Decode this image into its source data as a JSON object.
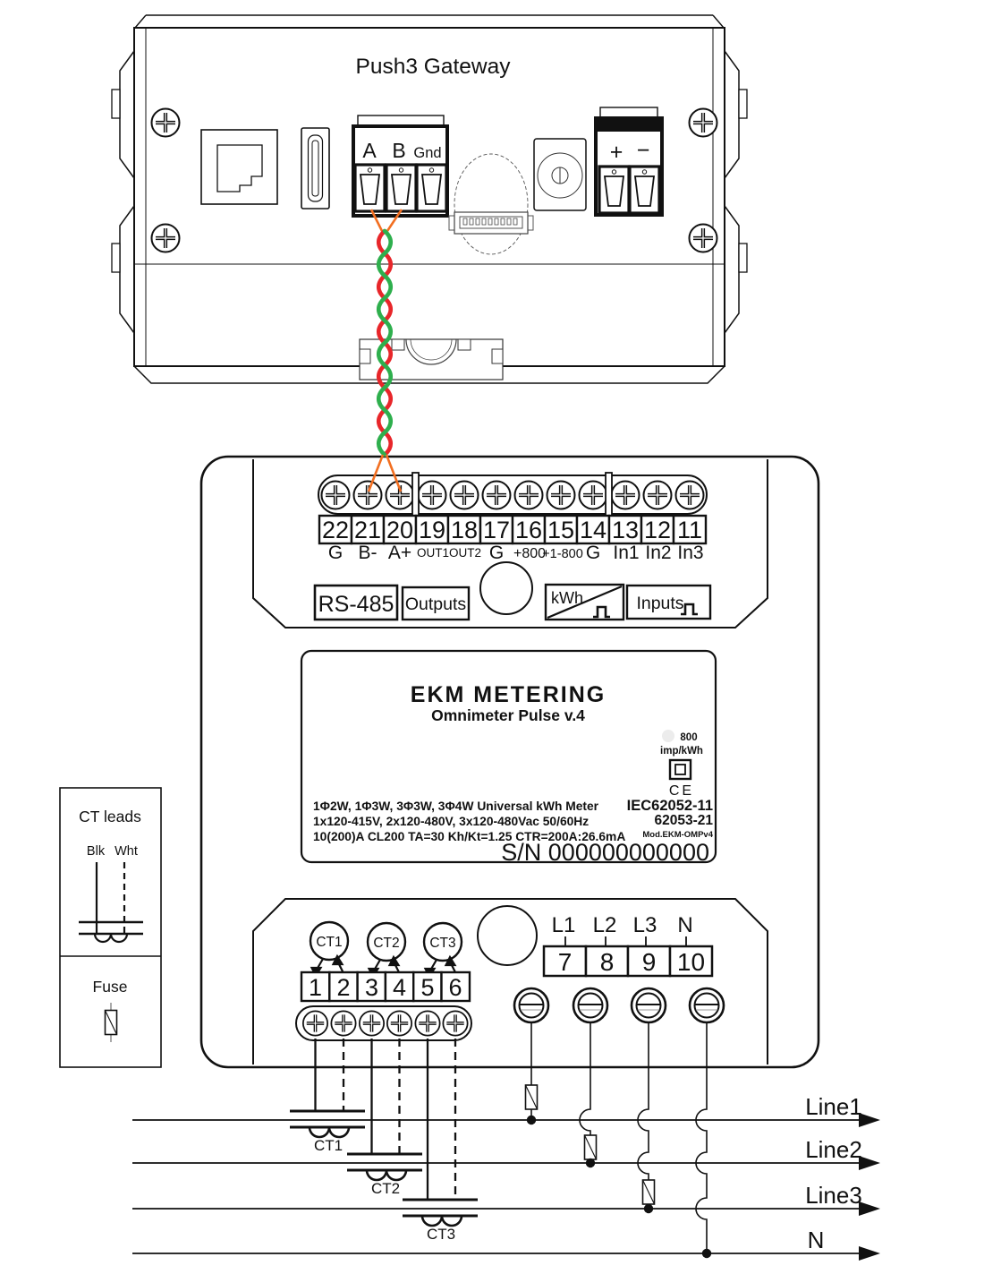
{
  "gateway": {
    "title": "Push3 Gateway",
    "rs485_block": {
      "a": "A",
      "b": "B",
      "gnd": "Gnd"
    },
    "power_block": {
      "plus": "+",
      "minus": "−"
    }
  },
  "meter": {
    "top_terminals": [
      {
        "number": "22",
        "label": "G"
      },
      {
        "number": "21",
        "label": "B-"
      },
      {
        "number": "20",
        "label": "A+"
      },
      {
        "number": "19",
        "label": "OUT1"
      },
      {
        "number": "18",
        "label": "OUT2"
      },
      {
        "number": "17",
        "label": "G"
      },
      {
        "number": "16",
        "label": "+800"
      },
      {
        "number": "15",
        "label": "+1-800"
      },
      {
        "number": "14",
        "label": "G"
      },
      {
        "number": "13",
        "label": "In1"
      },
      {
        "number": "12",
        "label": "In2"
      },
      {
        "number": "11",
        "label": "In3"
      }
    ],
    "sections": {
      "rs485": "RS-485",
      "outputs": "Outputs",
      "kwh": "kWh",
      "inputs": "Inputs"
    },
    "face": {
      "brand": "EKM METERING",
      "model": "Omnimeter Pulse v.4",
      "pulse_rate": "800",
      "pulse_unit": "imp/kWh",
      "spec_line1": "1Φ2W, 1Φ3W, 3Φ3W, 3Φ4W Universal kWh Meter",
      "spec_line2": "1x120-415V, 2x120-480V, 3x120-480Vac  50/60Hz",
      "spec_line3": "10(200)A  CL200 TA=30 Kh/Kt=1.25 CTR=200A:26.6mA",
      "cert_line1": "IEC62052-11",
      "cert_line2": "62053-21",
      "cert_line3": "Mod.EKM-OMPv4",
      "ce_mark": "CE",
      "serial": "S/N 000000000000"
    },
    "bottom": {
      "ct_circles": [
        "CT1",
        "CT2",
        "CT3"
      ],
      "ct_terminals": [
        "1",
        "2",
        "3",
        "4",
        "5",
        "6"
      ],
      "phase_labels": [
        "L1",
        "L2",
        "L3",
        "N"
      ],
      "phase_terminals": [
        "7",
        "8",
        "9",
        "10"
      ]
    }
  },
  "legend": {
    "title": "CT leads",
    "black": "Blk",
    "white": "Wht",
    "fuse": "Fuse"
  },
  "mains": {
    "line_labels": [
      "Line1",
      "Line2",
      "Line3",
      "N"
    ],
    "clamp_labels": [
      "CT1",
      "CT2",
      "CT3"
    ]
  },
  "colors": {
    "wire_red": "#e8262a",
    "wire_green": "#2eaf4d",
    "wire_orange": "#f26f21"
  }
}
